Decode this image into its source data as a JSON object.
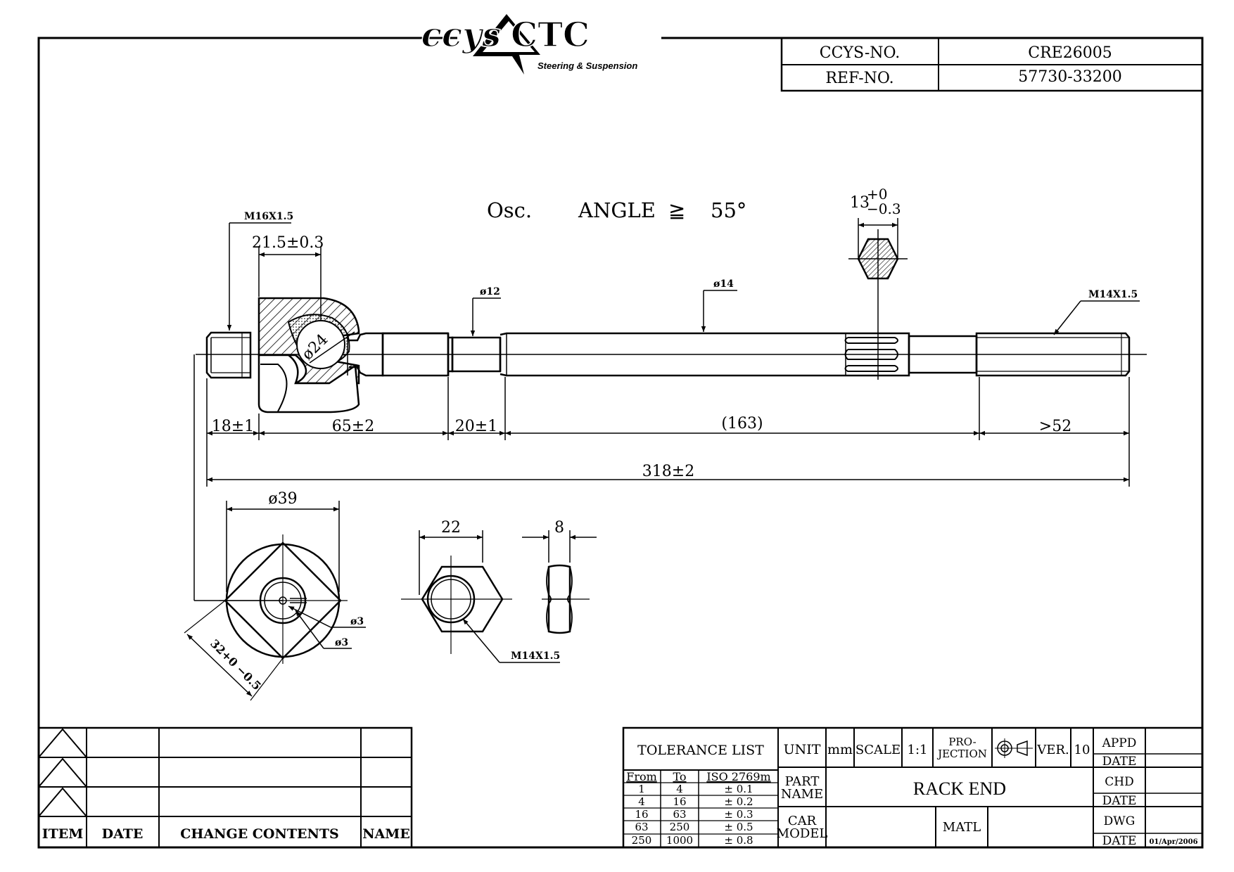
{
  "header": {
    "logo": {
      "left": "ccys",
      "right": "CTC",
      "tagline": "Steering & Suspension"
    },
    "ccys_no_label": "CCYS-NO.",
    "ccys_no_value": "CRE26005",
    "ref_no_label": "REF-NO.",
    "ref_no_value": "57730-33200"
  },
  "drawing": {
    "osc_label": "Osc.",
    "angle_label": "ANGLE",
    "angle_symbol": "≧",
    "angle_value": "55°",
    "thread_m16": "M16X1.5",
    "thread_m14_end": "M14X1.5",
    "thread_m14_nut": "M14X1.5",
    "dim_21_5": "21.5±0.3",
    "dim_phi24": "ø24",
    "dim_phi12": "ø12",
    "dim_phi14": "ø14",
    "dim_13_base": "13",
    "dim_13_upper": "+0",
    "dim_13_lower": "−0.3",
    "dim_18": "18±1",
    "dim_65": "65±2",
    "dim_20": "20±1",
    "dim_163": "(163)",
    "dim_52": ">52",
    "dim_318": "318±2",
    "dim_phi39": "ø39",
    "dim_phi3_a": "ø3",
    "dim_phi3_b": "ø3",
    "dim_32": "32+0 −0.5",
    "dim_22": "22",
    "dim_8": "8"
  },
  "revision_table": {
    "headers": {
      "item": "ITEM",
      "date": "DATE",
      "change": "CHANGE CONTENTS",
      "name": "NAME"
    }
  },
  "title_block": {
    "tolerance_title": "TOLERANCE LIST",
    "tolerance_headers": [
      "From",
      "To",
      "ISO 2769m"
    ],
    "tolerance_rows": [
      [
        "1",
        "4",
        "± 0.1"
      ],
      [
        "4",
        "16",
        "± 0.2"
      ],
      [
        "16",
        "63",
        "± 0.3"
      ],
      [
        "63",
        "250",
        "± 0.5"
      ],
      [
        "250",
        "1000",
        "± 0.8"
      ]
    ],
    "unit_label": "UNIT",
    "unit_value": "mm",
    "scale_label": "SCALE",
    "scale_value": "1:1",
    "projection_label_1": "PRO-",
    "projection_label_2": "JECTION",
    "ver_label": "VER.",
    "ver_value": "10",
    "part_name_label_1": "PART",
    "part_name_label_2": "NAME",
    "part_name_value": "RACK END",
    "car_model_label_1": "CAR",
    "car_model_label_2": "MODEL",
    "matl_label": "MATL",
    "appd_label": "APPD",
    "date_label_1": "DATE",
    "chd_label": "CHD",
    "date_label_2": "DATE",
    "dwg_label": "DWG",
    "date_label_3": "DATE",
    "dwg_date_value": "01/Apr/2006"
  }
}
